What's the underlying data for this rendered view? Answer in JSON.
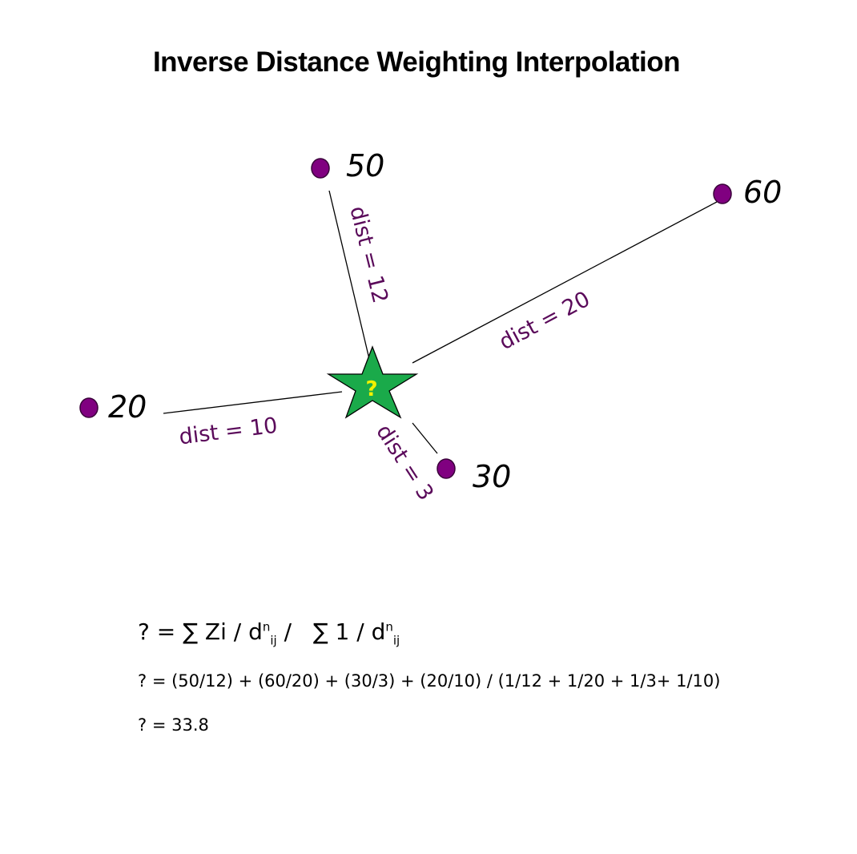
{
  "title": "Inverse Distance Weighting Interpolation",
  "points": [
    {
      "value": "50",
      "dist_label": "dist = 12"
    },
    {
      "value": "60",
      "dist_label": "dist = 20"
    },
    {
      "value": "20",
      "dist_label": "dist = 10"
    },
    {
      "value": "30",
      "dist_label": "dist = 3"
    }
  ],
  "unknown_label": "?",
  "colors": {
    "point": "#800080",
    "star": "#1aaa4a",
    "question": "#f2f200",
    "dist_text": "#5a0a5a"
  },
  "formula": {
    "lhs": "? = ∑ Zi / d",
    "sup1": "n",
    "sub1": "ij",
    "mid": " /   ∑ 1 / d",
    "sup2": "n",
    "sub2": "ij",
    "substitution": "? = (50/12) + (60/20) + (30/3) + (20/10) / (1/12 + 1/20 + 1/3+ 1/10)",
    "result": "? = 33.8"
  }
}
